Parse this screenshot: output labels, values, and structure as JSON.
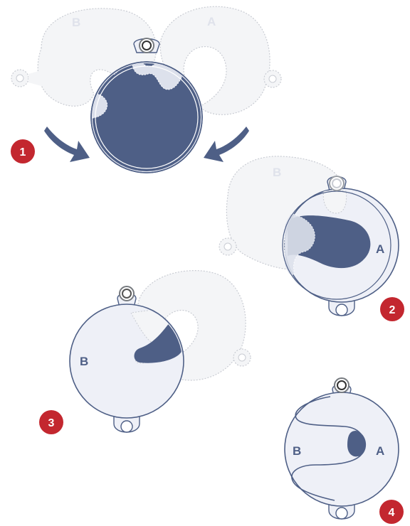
{
  "colors": {
    "navy": "#4e5f86",
    "pale": "#eef0f7",
    "ghost": "#f4f5f7",
    "ghost_stroke": "#c9ccd3",
    "badge": "#c3272f",
    "ring": "#777b80"
  },
  "panel1": {
    "ghost_label_b": "B",
    "ghost_label_a": "A",
    "step": "1",
    "arrow_left_icon": "curved-arrow-right-down-icon",
    "arrow_right_icon": "curved-arrow-left-down-icon"
  },
  "panel2": {
    "ghost_label_b": "B",
    "label_a": "A",
    "step": "2"
  },
  "panel3": {
    "label_b": "B",
    "step": "3"
  },
  "panel4": {
    "label_b": "B",
    "label_a": "A",
    "step": "4"
  }
}
